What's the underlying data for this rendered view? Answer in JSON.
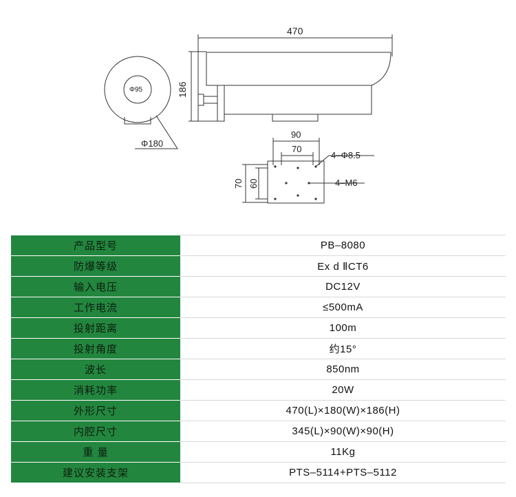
{
  "drawing": {
    "dim_length": "470",
    "dim_height": "186",
    "dim_inner_dia": "Φ95",
    "dim_outer_dia": "Φ180",
    "dim_base_outer": "90",
    "dim_base_inner": "70",
    "dim_side_outer": "70",
    "dim_side_inner": "60",
    "hole_label": "4–Φ8.5",
    "thread_label": "4–M6"
  },
  "specs": [
    {
      "label": "产品型号",
      "value": "PB–8080"
    },
    {
      "label": "防爆等级",
      "value": "Ex d ⅡCT6"
    },
    {
      "label": "输入电压",
      "value": "DC12V"
    },
    {
      "label": "工作电流",
      "value": "≤500mA"
    },
    {
      "label": "投射距离",
      "value": "100m"
    },
    {
      "label": "投射角度",
      "value": "约15°"
    },
    {
      "label": "波长",
      "value": "850nm"
    },
    {
      "label": "消耗功率",
      "value": "20W"
    },
    {
      "label": "外形尺寸",
      "value": "470(L)×180(W)×186(H)"
    },
    {
      "label": "内腔尺寸",
      "value": "345(L)×90(W)×90(H)"
    },
    {
      "label": "重 量",
      "value": "11Kg"
    },
    {
      "label": "建议安装支架",
      "value": "PTS–5114+PTS–5112"
    }
  ],
  "colors": {
    "label_bg": "#23863e",
    "line": "#333333"
  }
}
